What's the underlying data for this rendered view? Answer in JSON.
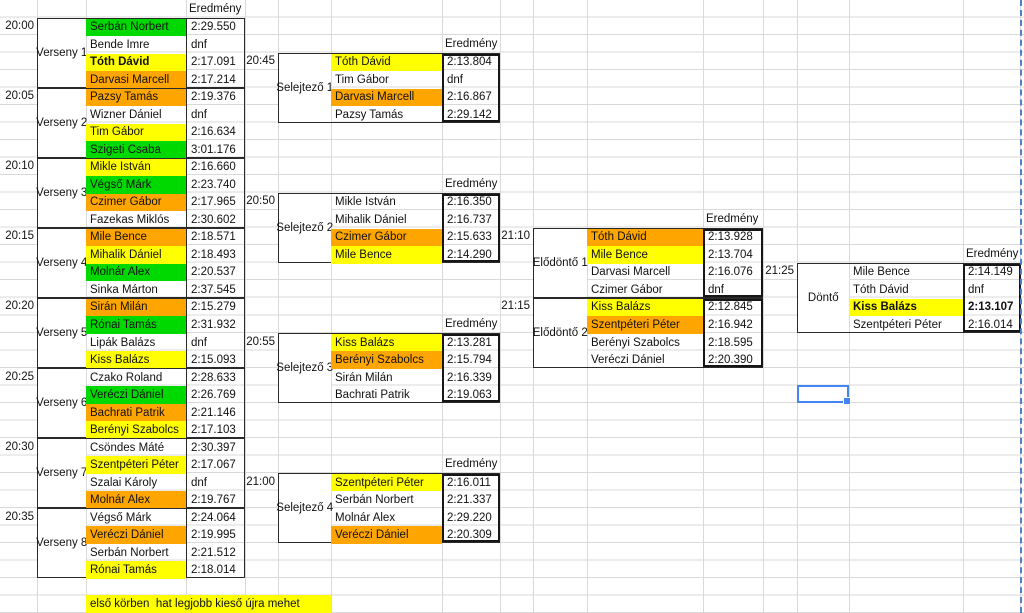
{
  "sheet": {
    "result_header": "Eredmény",
    "note": "első körben  hat legjobb kieső újra mehet"
  },
  "colors": {
    "green": "#00d900",
    "yellow": "#ffff00",
    "orange": "#ffa500",
    "selection_blue": "#4285f4",
    "pagebreak_blue": "#4f81c7"
  },
  "selection": {
    "col": 3,
    "row": 23
  },
  "groups": [
    {
      "label": "Verseny 1",
      "time": "20:00",
      "col": 0,
      "row": 2,
      "header": true,
      "rows": [
        {
          "name": "Serbán Norbert",
          "result": "2:29.550",
          "fill": "green"
        },
        {
          "name": "Bende Imre",
          "result": "dnf",
          "fill": "none"
        },
        {
          "name": "Tóth Dávid",
          "result": "2:17.091",
          "fill": "yellow",
          "bold_name": true
        },
        {
          "name": "Darvasi Marcell",
          "result": "2:17.214",
          "fill": "orange"
        }
      ]
    },
    {
      "label": "Verseny 2",
      "time": "20:05",
      "col": 0,
      "row": 6,
      "header": false,
      "rows": [
        {
          "name": "Pazsy Tamás",
          "result": "2:19.376",
          "fill": "orange"
        },
        {
          "name": "Wizner Dániel",
          "result": "dnf",
          "fill": "none"
        },
        {
          "name": "Tim Gábor",
          "result": "2:16.634",
          "fill": "yellow"
        },
        {
          "name": "Szigeti Csaba",
          "result": "3:01.176",
          "fill": "green"
        }
      ]
    },
    {
      "label": "Verseny 3",
      "time": "20:10",
      "col": 0,
      "row": 10,
      "header": false,
      "rows": [
        {
          "name": "Mikle István",
          "result": "2:16.660",
          "fill": "yellow"
        },
        {
          "name": "Végső Márk",
          "result": "2:23.740",
          "fill": "green"
        },
        {
          "name": "Czimer Gábor",
          "result": "2:17.965",
          "fill": "orange"
        },
        {
          "name": "Fazekas Miklós",
          "result": "2:30.602",
          "fill": "none"
        }
      ]
    },
    {
      "label": "Verseny 4",
      "time": "20:15",
      "col": 0,
      "row": 14,
      "header": false,
      "rows": [
        {
          "name": "Mile Bence",
          "result": "2:18.571",
          "fill": "orange"
        },
        {
          "name": "Mihalik Dániel",
          "result": "2:18.493",
          "fill": "yellow"
        },
        {
          "name": "Molnár Alex",
          "result": "2:20.537",
          "fill": "green"
        },
        {
          "name": "Sinka Márton",
          "result": "2:37.545",
          "fill": "none"
        }
      ]
    },
    {
      "label": "Verseny 5",
      "time": "20:20",
      "col": 0,
      "row": 18,
      "header": false,
      "rows": [
        {
          "name": "Sirán Milán",
          "result": "2:15.279",
          "fill": "orange"
        },
        {
          "name": "Rónai Tamás",
          "result": "2:31.932",
          "fill": "green"
        },
        {
          "name": "Lipák Balázs",
          "result": "dnf",
          "fill": "none"
        },
        {
          "name": "Kiss Balázs",
          "result": "2:15.093",
          "fill": "yellow"
        }
      ]
    },
    {
      "label": "Verseny 6",
      "time": "20:25",
      "col": 0,
      "row": 22,
      "header": false,
      "rows": [
        {
          "name": "Czako Roland",
          "result": "2:28.633",
          "fill": "none"
        },
        {
          "name": "Veréczi Dániel",
          "result": "2:26.769",
          "fill": "green"
        },
        {
          "name": "Bachrati Patrik",
          "result": "2:21.146",
          "fill": "orange"
        },
        {
          "name": "Berényi Szabolcs",
          "result": "2:17.103",
          "fill": "yellow"
        }
      ]
    },
    {
      "label": "Verseny 7",
      "time": "20:30",
      "col": 0,
      "row": 26,
      "header": false,
      "rows": [
        {
          "name": "Csöndes Máté",
          "result": "2:30.397",
          "fill": "none"
        },
        {
          "name": "Szentpéteri Péter",
          "result": "2:17.067",
          "fill": "yellow"
        },
        {
          "name": "Szalai Károly",
          "result": "dnf",
          "fill": "none"
        },
        {
          "name": "Molnár Alex",
          "result": "2:19.767",
          "fill": "orange"
        }
      ]
    },
    {
      "label": "Verseny 8",
      "time": "20:35",
      "col": 0,
      "row": 30,
      "header": false,
      "rows": [
        {
          "name": "Végső Márk",
          "result": "2:24.064",
          "fill": "none"
        },
        {
          "name": "Veréczi Dániel",
          "result": "2:19.995",
          "fill": "orange"
        },
        {
          "name": "Serbán Norbert",
          "result": "2:21.512",
          "fill": "none"
        },
        {
          "name": "Rónai Tamás",
          "result": "2:18.014",
          "fill": "yellow"
        }
      ]
    },
    {
      "label": "Selejtező 1",
      "time": "20:45",
      "col": 1,
      "row": 4,
      "header": true,
      "rows": [
        {
          "name": "Tóth Dávid",
          "result": "2:13.804",
          "fill": "yellow"
        },
        {
          "name": "Tim Gábor",
          "result": "dnf",
          "fill": "none"
        },
        {
          "name": "Darvasi Marcell",
          "result": "2:16.867",
          "fill": "orange"
        },
        {
          "name": "Pazsy Tamás",
          "result": "2:29.142",
          "fill": "none"
        }
      ]
    },
    {
      "label": "Selejtező 2",
      "time": "20:50",
      "col": 1,
      "row": 12,
      "header": true,
      "rows": [
        {
          "name": "Mikle István",
          "result": "2:16.350",
          "fill": "none"
        },
        {
          "name": "Mihalik Dániel",
          "result": "2:16.737",
          "fill": "none"
        },
        {
          "name": "Czimer Gábor",
          "result": "2:15.633",
          "fill": "orange"
        },
        {
          "name": "Mile Bence",
          "result": "2:14.290",
          "fill": "yellow"
        }
      ]
    },
    {
      "label": "Selejtező 3",
      "time": "20:55",
      "col": 1,
      "row": 20,
      "header": true,
      "rows": [
        {
          "name": "Kiss Balázs",
          "result": "2:13.281",
          "fill": "yellow"
        },
        {
          "name": "Berényi Szabolcs",
          "result": "2:15.794",
          "fill": "orange"
        },
        {
          "name": "Sirán Milán",
          "result": "2:16.339",
          "fill": "none"
        },
        {
          "name": "Bachrati Patrik",
          "result": "2:19.063",
          "fill": "none"
        }
      ]
    },
    {
      "label": "Selejtező 4",
      "time": "21:00",
      "col": 1,
      "row": 28,
      "header": true,
      "rows": [
        {
          "name": "Szentpéteri Péter",
          "result": "2:16.011",
          "fill": "yellow"
        },
        {
          "name": "Serbán Norbert",
          "result": "2:21.337",
          "fill": "none"
        },
        {
          "name": "Molnár Alex",
          "result": "2:29.220",
          "fill": "none"
        },
        {
          "name": "Veréczi Dániel",
          "result": "2:20.309",
          "fill": "orange"
        }
      ]
    },
    {
      "label": "Elődöntő 1",
      "time": "21:10",
      "col": 2,
      "row": 14,
      "header": true,
      "rows": [
        {
          "name": "Tóth Dávid",
          "result": "2:13.928",
          "fill": "orange"
        },
        {
          "name": "Mile Bence",
          "result": "2:13.704",
          "fill": "yellow"
        },
        {
          "name": "Darvasi Marcell",
          "result": "2:16.076",
          "fill": "none"
        },
        {
          "name": "Czimer Gábor",
          "result": "dnf",
          "fill": "none"
        }
      ]
    },
    {
      "label": "Elődöntő 2",
      "time": "21:15",
      "col": 2,
      "row": 18,
      "header": false,
      "rows": [
        {
          "name": "Kiss Balázs",
          "result": "2:12.845",
          "fill": "yellow"
        },
        {
          "name": "Szentpéteri Péter",
          "result": "2:16.942",
          "fill": "orange"
        },
        {
          "name": "Berényi Szabolcs",
          "result": "2:18.595",
          "fill": "none"
        },
        {
          "name": "Veréczi Dániel",
          "result": "2:20.390",
          "fill": "none"
        }
      ]
    },
    {
      "label": "Döntő",
      "time": "21:25",
      "col": 3,
      "row": 16,
      "header": true,
      "rows": [
        {
          "name": "Mile Bence",
          "result": "2:14.149",
          "fill": "none"
        },
        {
          "name": "Tóth Dávid",
          "result": "dnf",
          "fill": "none"
        },
        {
          "name": "Kiss Balázs",
          "result": "2:13.107",
          "fill": "yellow",
          "bold_name": true,
          "bold_result": true
        },
        {
          "name": "Szentpéteri Péter",
          "result": "2:16.014",
          "fill": "none"
        }
      ]
    }
  ]
}
